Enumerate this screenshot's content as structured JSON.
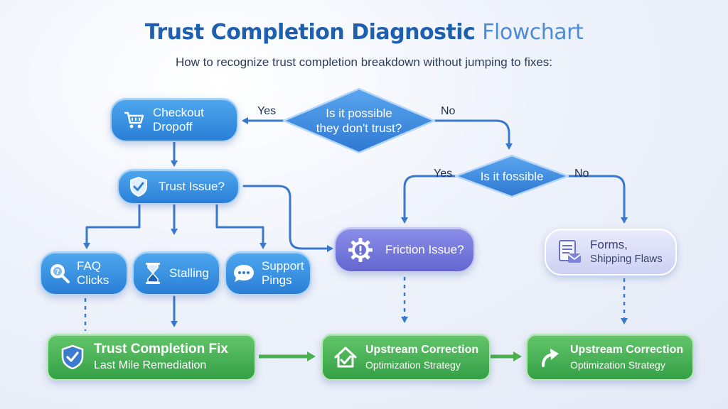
{
  "header": {
    "title_strong": "Trust Completion Diagnostic",
    "title_light": "Flowchart",
    "subtitle": "How to recognize trust completion breakdown without jumping to fixes:"
  },
  "nodes": {
    "checkout_dropoff": "Checkout Dropoff",
    "trust_issue": "Trust Issue?",
    "faq_clicks": "FAQ Clicks",
    "stalling": "Stalling",
    "support_pings": "Support Pings",
    "friction_issue": "Friction Issue?",
    "forms_line1": "Forms,",
    "forms_line2": "Shipping Flaws",
    "fix1_title": "Trust Completion Fix",
    "fix1_sub": "Last Mile Remediation",
    "fix2_title": "Upstream Correction",
    "fix2_sub": "Optimization Strategy",
    "fix3_title": "Upstream Correction",
    "fix3_sub": "Optimization Strategy"
  },
  "decisions": {
    "d1_line1": "Is it possible",
    "d1_line2": "they don't trust?",
    "d2": "Is it fossible"
  },
  "labels": {
    "d1_yes": "Yes",
    "d1_no": "No",
    "d2_yes": "Yes",
    "d2_no": "No"
  },
  "icons": {
    "checkout": "shopping-cart-icon",
    "trust": "shield-check-icon",
    "faq": "magnifier-icon",
    "stalling": "hourglass-icon",
    "support": "chat-bubble-icon",
    "friction": "gear-alert-icon",
    "forms": "form-document-icon",
    "fix1": "shield-check-icon",
    "fix2": "house-check-icon",
    "fix3": "upward-arrow-icon"
  },
  "colors": {
    "blue_node": "#2a7fd6",
    "purple_node": "#6366cf",
    "green_node": "#34a046",
    "connector": "#3a78c9",
    "title": "#1f5fb0"
  }
}
